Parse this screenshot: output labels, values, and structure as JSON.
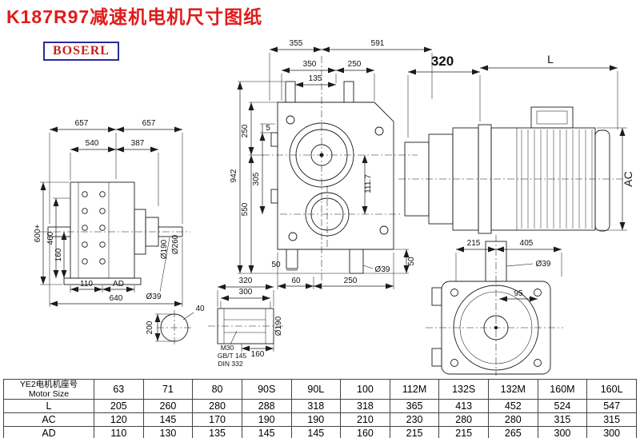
{
  "page": {
    "title": "K187R97减速机电机尺寸图纸",
    "logo": "BOSERL"
  },
  "dims": {
    "left": {
      "w1": "657",
      "w2": "657",
      "w3": "540",
      "w4": "387",
      "h1": "600+",
      "h2": "460",
      "h3": "160",
      "b1": "110",
      "b2": "AD",
      "b3": "640",
      "shaft": "Ø39",
      "f1": "Ø190",
      "f2": "Ø260"
    },
    "front": {
      "t1": "355",
      "t2": "591",
      "t3": "350",
      "t4": "250",
      "t5": "135",
      "l1": "942",
      "l2": "550",
      "l3": "250",
      "l4": "305",
      "l5": "5",
      "r1": "111.7",
      "b1": "50",
      "b2": "60",
      "b3": "250",
      "b4": "Ø39",
      "b5": "50"
    },
    "side": {
      "d1": "320",
      "d2": "L",
      "d3": "AC"
    },
    "flange": {
      "d1": "215",
      "d2": "405",
      "d3": "Ø39",
      "d4": "95"
    },
    "section": {
      "d1": "40",
      "d2": "200"
    },
    "shaft_end": {
      "d1": "320",
      "d2": "300",
      "d3": "160",
      "t1": "M30",
      "t2": "GB/T 145",
      "t3": "DIN 332",
      "d4": "Ø190"
    }
  },
  "table": {
    "corner_cn": "YE2电机机座号",
    "corner_en": "Motor Size",
    "columns": [
      "63",
      "71",
      "80",
      "90S",
      "90L",
      "100",
      "112M",
      "132S",
      "132M",
      "160M",
      "160L"
    ],
    "rows": [
      {
        "label": "L",
        "values": [
          "205",
          "260",
          "280",
          "288",
          "318",
          "318",
          "365",
          "413",
          "452",
          "524",
          "547"
        ]
      },
      {
        "label": "AC",
        "values": [
          "120",
          "145",
          "170",
          "190",
          "190",
          "210",
          "230",
          "280",
          "280",
          "315",
          "315"
        ]
      },
      {
        "label": "AD",
        "values": [
          "110",
          "130",
          "135",
          "145",
          "145",
          "160",
          "215",
          "215",
          "265",
          "300",
          "300"
        ]
      }
    ]
  }
}
